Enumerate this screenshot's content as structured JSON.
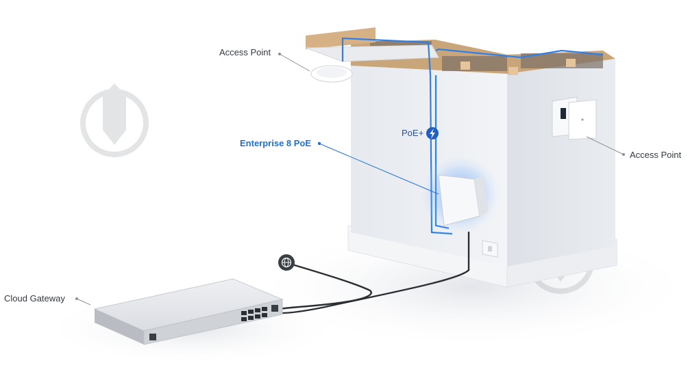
{
  "labels": {
    "access_point_top": "Access Point",
    "access_point_right": "Access Point",
    "enterprise_switch": "Enterprise 8 PoE",
    "poe_plus": "PoE+",
    "cloud_gateway": "Cloud Gateway"
  },
  "icons": {
    "internet": "globe-icon",
    "poe": "lightning-icon",
    "watermark": "drop-arrow-icon"
  },
  "colors": {
    "accent_blue": "#1f6fd6",
    "cable_blue": "#2f7fe6",
    "cable_dark": "#2b2e33",
    "wall": "#eef0f3",
    "label_text": "#333842"
  }
}
